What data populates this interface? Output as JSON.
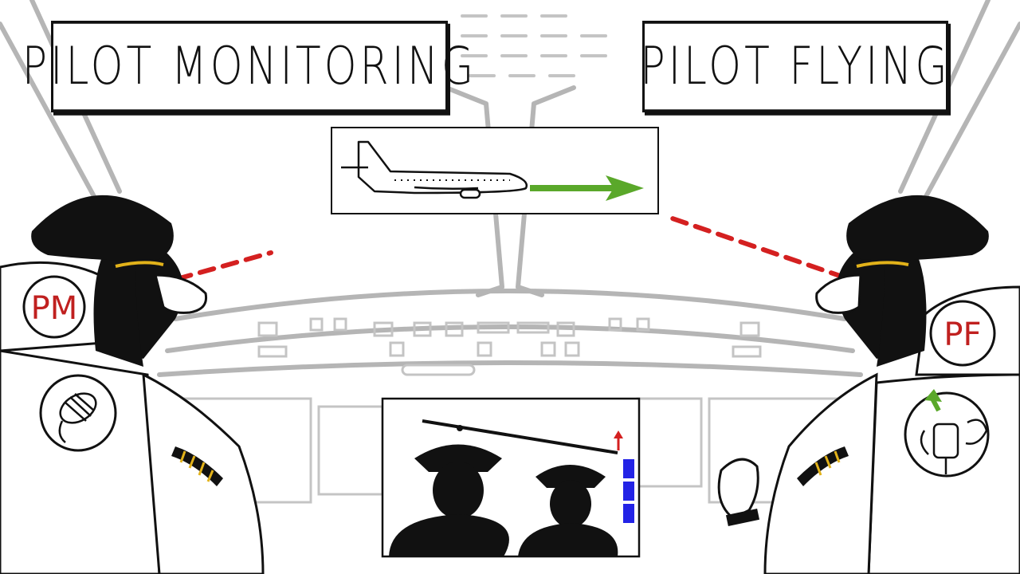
{
  "labels": {
    "pilot_monitoring": "PILOT MONITORING",
    "pilot_flying": "PILOT FLYING",
    "pm_badge": "PM",
    "pf_badge": "PF"
  },
  "colors": {
    "line_art": "#b5b5b5",
    "ink": "#111111",
    "gaze_line": "#d42020",
    "badge_text": "#c0201f",
    "arrow_green": "#5aa82a",
    "bar_blue": "#2323e6",
    "epaulette_gold": "#e2b21a"
  },
  "icons": {
    "pm_shoulder": "microphone-icon",
    "pf_shoulder": "control-column-icon",
    "center_panel": "airplane-icon",
    "lower_panel": "pilot-silhouettes-icon"
  }
}
